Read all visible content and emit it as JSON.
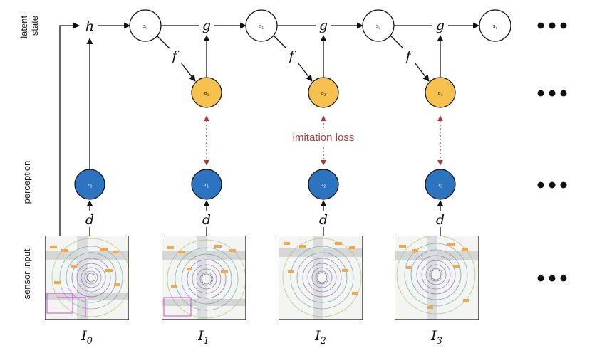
{
  "rows": {
    "latent": [
      "latent",
      "state"
    ],
    "perception": "perception",
    "sensor": "sensor input"
  },
  "labels": {
    "h": "h",
    "g": "g",
    "f": "f",
    "d": "d"
  },
  "states": [
    "s",
    "s",
    "s",
    "s"
  ],
  "state_subs": [
    "0",
    "1",
    "2",
    "3"
  ],
  "observations": [
    "o",
    "o",
    "o"
  ],
  "observation_subs": [
    "1",
    "2",
    "3"
  ],
  "perceptions": [
    "z",
    "z",
    "z",
    "z"
  ],
  "perception_subs": [
    "0",
    "1",
    "2",
    "3"
  ],
  "frames": [
    "I",
    "I",
    "I",
    "I"
  ],
  "frame_subs": [
    "0",
    "1",
    "2",
    "3"
  ],
  "loss_label": "imitation loss",
  "colors": {
    "observation": "#f6c14f",
    "perception": "#2c74c0",
    "state": "#ffffff",
    "loss": "#b23a3a"
  },
  "icons": [
    "ellipsis-icon",
    "lidar-bev-image"
  ]
}
